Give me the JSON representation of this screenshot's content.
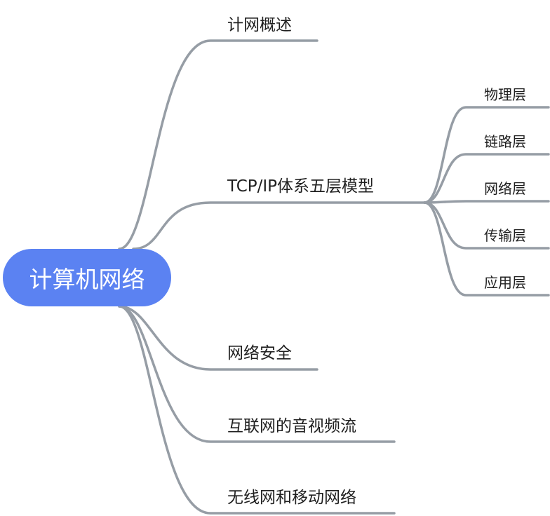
{
  "colors": {
    "root_fill": "#5b82f2",
    "root_text": "#ffffff",
    "connector": "#969da5",
    "text": "#1f1f1f"
  },
  "mindmap": {
    "root": "计算机网络",
    "branches": [
      {
        "label": "计网概述"
      },
      {
        "label": "TCP/IP体系五层模型",
        "children": [
          "物理层",
          "链路层",
          "网络层",
          "传输层",
          "应用层"
        ]
      },
      {
        "label": "网络安全"
      },
      {
        "label": "互联网的音视频流"
      },
      {
        "label": "无线网和移动网络"
      }
    ]
  }
}
